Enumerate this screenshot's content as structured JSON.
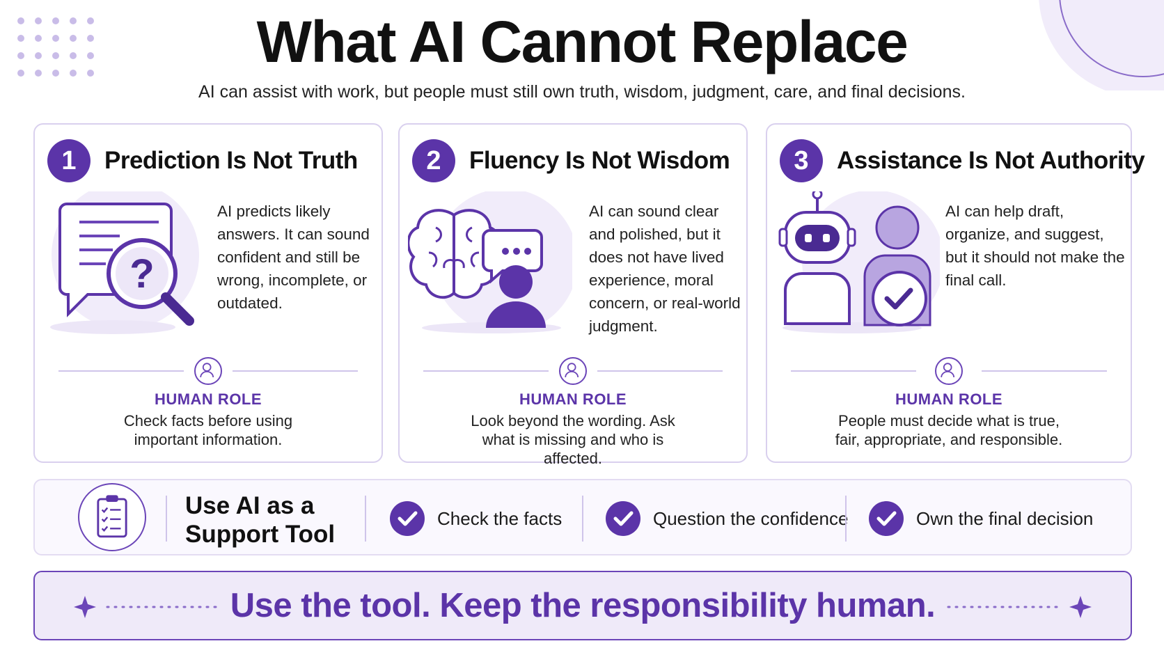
{
  "header": {
    "title": "What AI Cannot Replace",
    "subtitle": "AI can assist with work, but people must still own truth, wisdom, judgment, care, and final decisions."
  },
  "cards": [
    {
      "number": "1",
      "title": "Prediction Is Not Truth",
      "body": "AI predicts likely answers. It can sound confident and still be wrong, incomplete, or outdated.",
      "role_label": "HUMAN ROLE",
      "role_text": "Check facts before using important information.",
      "icon": "chat-magnifier-question-icon"
    },
    {
      "number": "2",
      "title": "Fluency Is Not Wisdom",
      "body": "AI can sound clear and polished, but it does not have lived experience, moral concern, or real-world judgment.",
      "role_label": "HUMAN ROLE",
      "role_text": "Look beyond the wording. Ask what is missing and who is affected.",
      "icon": "brain-speech-person-icon"
    },
    {
      "number": "3",
      "title": "Assistance Is Not Authority",
      "body": "AI can help draft, organize, and suggest, but it should not make the final call.",
      "role_label": "HUMAN ROLE",
      "role_text": "People must decide what is true, fair, appropriate, and responsible.",
      "icon": "robot-person-check-icon"
    }
  ],
  "support": {
    "title": "Use AI as a Support Tool",
    "items": [
      "Check the facts",
      "Question the confidence",
      "Own the final decision"
    ]
  },
  "banner": {
    "text": "Use the tool. Keep the responsibility human."
  },
  "colors": {
    "accent": "#5b34a8",
    "accent_light": "#efeaf9",
    "border": "#d9d0ee"
  }
}
